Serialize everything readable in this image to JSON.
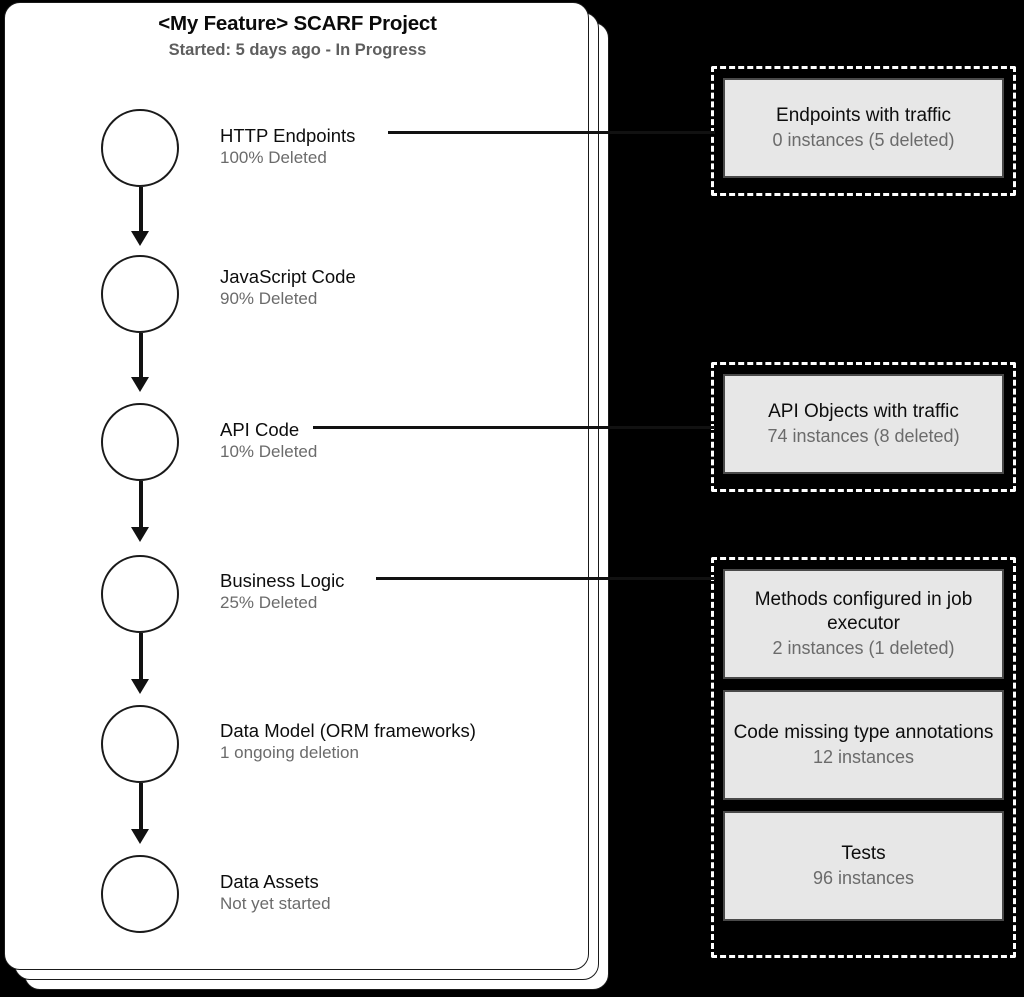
{
  "project": {
    "title": "<My Feature> SCARF Project",
    "status": "Started: 5 days ago - In Progress",
    "stack_depth": 3,
    "stages": [
      {
        "name": "HTTP Endpoints",
        "progress": "100% Deleted",
        "has_leader_line": true
      },
      {
        "name": "JavaScript Code",
        "progress": "90% Deleted",
        "has_leader_line": false
      },
      {
        "name": "API Code",
        "progress": "10% Deleted",
        "has_leader_line": true
      },
      {
        "name": "Business Logic",
        "progress": "25% Deleted",
        "has_leader_line": true
      },
      {
        "name": "Data Model (ORM frameworks)",
        "progress": "1 ongoing deletion",
        "has_leader_line": false
      },
      {
        "name": "Data Assets",
        "progress": "Not yet started",
        "has_leader_line": false
      }
    ]
  },
  "insight_groups": [
    {
      "boxes": [
        {
          "title": "Endpoints with traffic",
          "count": "0 instances (5 deleted)"
        }
      ]
    },
    {
      "boxes": [
        {
          "title": "API Objects with traffic",
          "count": "74 instances (8 deleted)"
        }
      ]
    },
    {
      "boxes": [
        {
          "title": "Methods configured in job executor",
          "count": "2 instances (1 deleted)"
        },
        {
          "title": "Code missing type annotations",
          "count": "12 instances"
        },
        {
          "title": "Tests",
          "count": "96 instances"
        }
      ]
    }
  ],
  "colors": {
    "background": "#000000",
    "card": "#ffffff",
    "stroke": "#1a1a1a",
    "muted_text": "#6b6b6b",
    "insight_fill": "#e7e7e7",
    "insight_border": "#4a4a4a",
    "dashed_border": "#ffffff"
  }
}
